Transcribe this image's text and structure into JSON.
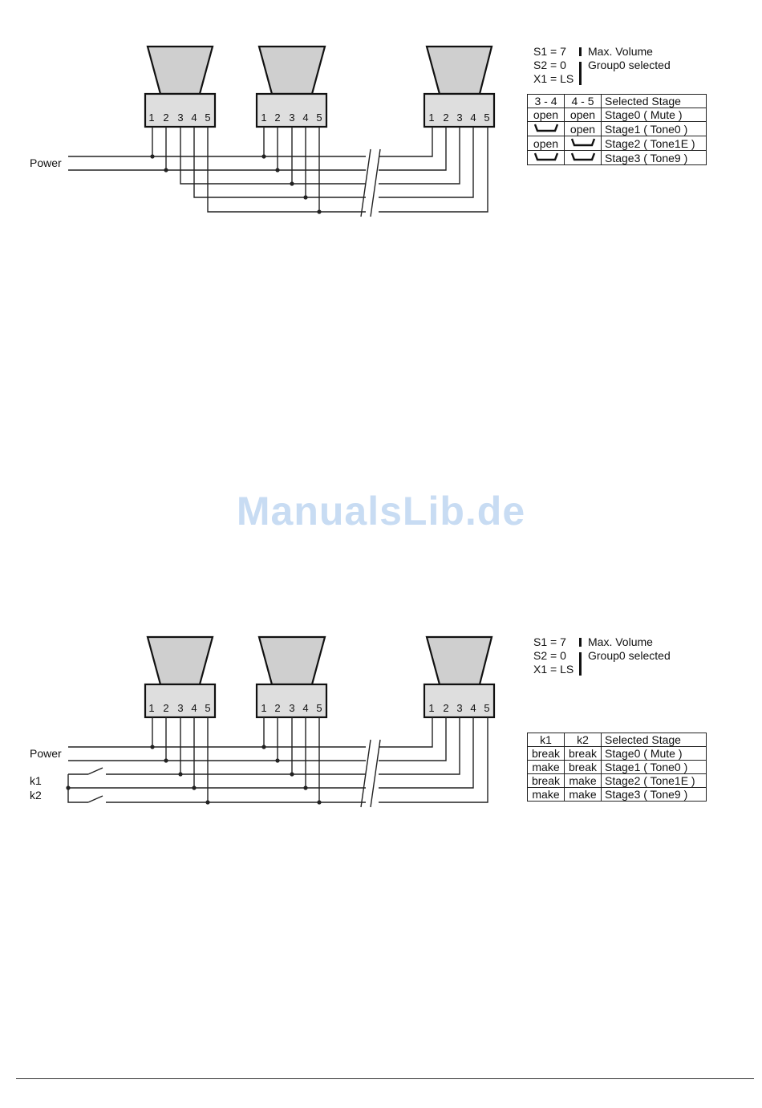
{
  "diagram1": {
    "power_label": "Power",
    "terminals": [
      "1",
      "2",
      "3",
      "4",
      "5"
    ],
    "config": {
      "s1": "S1 = 7",
      "s2": "S2 = 0",
      "x1": "X1 = LS",
      "volume": "Max. Volume",
      "group": "Group0 selected"
    },
    "table": {
      "headers": [
        "3 - 4",
        "4 - 5",
        "Selected Stage"
      ],
      "rows": [
        [
          "open",
          "open",
          "Stage0 ( Mute )"
        ],
        [
          "[bridge]",
          "open",
          "Stage1 ( Tone0 )"
        ],
        [
          "open",
          "[bridge]",
          "Stage2 ( Tone1E )"
        ],
        [
          "[bridge]",
          "[bridge]",
          "Stage3 ( Tone9 )"
        ]
      ]
    }
  },
  "diagram2": {
    "power_label": "Power",
    "k1_label": "k1",
    "k2_label": "k2",
    "terminals": [
      "1",
      "2",
      "3",
      "4",
      "5"
    ],
    "config": {
      "s1": "S1 = 7",
      "s2": "S2 = 0",
      "x1": "X1 = LS",
      "volume": "Max. Volume",
      "group": "Group0 selected"
    },
    "table": {
      "headers": [
        "k1",
        "k2",
        "Selected Stage"
      ],
      "rows": [
        [
          "break",
          "break",
          "Stage0 ( Mute )"
        ],
        [
          "make",
          "break",
          "Stage1 ( Tone0 )"
        ],
        [
          "break",
          "make",
          "Stage2 ( Tone1E )"
        ],
        [
          "make",
          "make",
          "Stage3 ( Tone9 )"
        ]
      ]
    }
  },
  "watermark": "ManualsLib.de",
  "icons": {
    "bridge": "jumper-bridge-icon",
    "horn": "horn-speaker-icon",
    "switch": "switch-contact-icon"
  }
}
